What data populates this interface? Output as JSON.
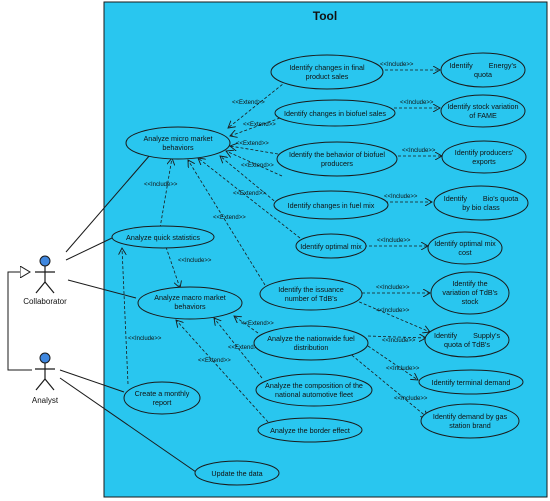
{
  "system": {
    "title": "Tool"
  },
  "actors": {
    "collaborator": "Collaborator",
    "analyst": "Analyst"
  },
  "use_cases": {
    "micro": [
      "Analyze micro market",
      "behaviors"
    ],
    "quick": [
      "Analyze quick statistics"
    ],
    "macro": [
      "Analyze macro market",
      "behaviors"
    ],
    "monthly": [
      "Create a monthly",
      "report"
    ],
    "update": [
      "Update the data"
    ],
    "final_sales": [
      "Identify changes in final",
      "product sales"
    ],
    "biofuel_sales": [
      "Identify changes in biofuel sales"
    ],
    "biofuel_producers": [
      "Identify the behavior of biofuel",
      "producers"
    ],
    "fuel_mix": [
      "Identify changes in fuel mix"
    ],
    "optimal_mix": [
      "Identify optimal mix"
    ],
    "issuance_tdb": [
      "Identify the issuance",
      "number of TdB's"
    ],
    "nationwide": [
      "Analyze the nationwide fuel",
      "distribution"
    ],
    "fleet": [
      "Analyze the composition of the",
      "national automotive fleet"
    ],
    "border": [
      "Analyze the border effect"
    ],
    "energy_quota": [
      "Identify        Energy's",
      "quota"
    ],
    "stock_fame": [
      "Identify stock variation",
      "of FAME"
    ],
    "producers_exports": [
      "Identify producers'",
      "exports"
    ],
    "bio_quota": [
      "Identify        Bio's quota",
      "by bio class"
    ],
    "optimal_mix_cost": [
      "Identify optimal mix",
      "cost"
    ],
    "tdb_stock": [
      "Identify the",
      "variation of TdB's",
      "stock"
    ],
    "supply_quota": [
      "Identify        Supply's",
      "quota of TdB's"
    ],
    "terminal_demand": [
      "Identify terminal demand"
    ],
    "gas_station": [
      "Identify demand by gas",
      "station brand"
    ]
  },
  "stereotypes": {
    "include": "<<Include>>",
    "extend": "<<Extend>>"
  }
}
